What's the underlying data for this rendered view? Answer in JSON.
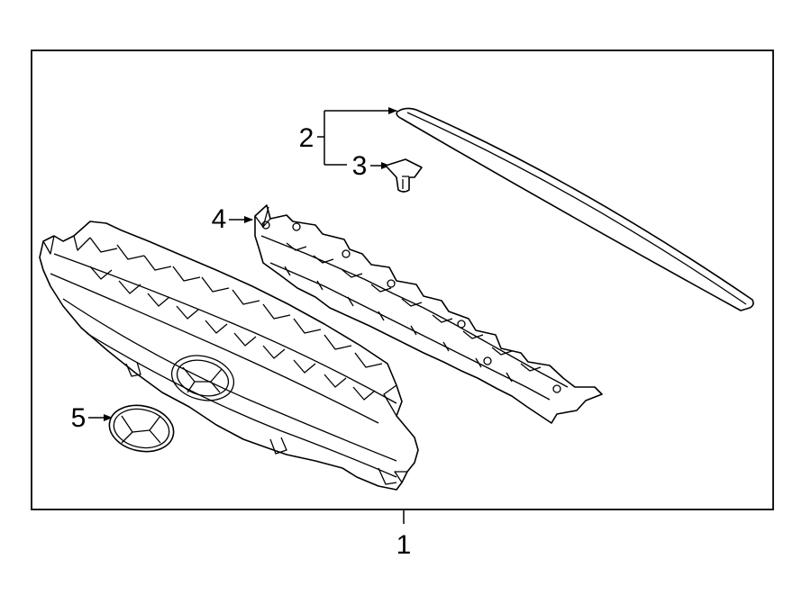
{
  "callouts": {
    "grille": "1",
    "molding": "2",
    "clip": "3",
    "support_bracket": "4",
    "emblem": "5"
  },
  "colors": {
    "line": "#000000",
    "background": "#ffffff"
  }
}
